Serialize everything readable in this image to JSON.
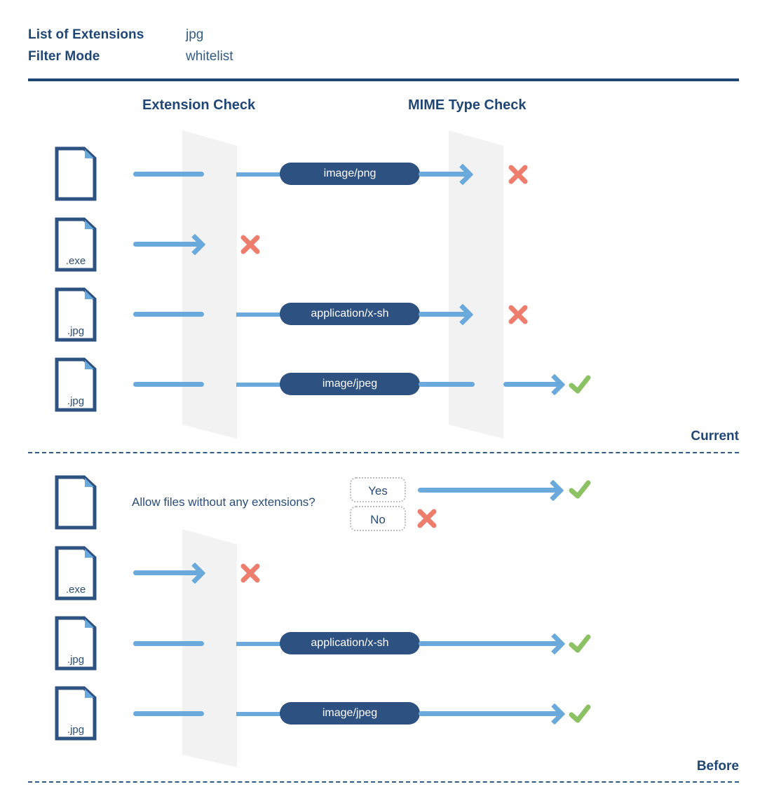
{
  "header": {
    "rows": [
      {
        "label": "List of Extensions",
        "value": "jpg"
      },
      {
        "label": "Filter Mode",
        "value": "whitelist"
      }
    ]
  },
  "columns": {
    "extension_check": "Extension Check",
    "mime_type_check": "MIME Type Check"
  },
  "sections": [
    {
      "id": "current",
      "label": "Current"
    },
    {
      "id": "before",
      "label": "Before"
    }
  ],
  "current_flows": [
    {
      "file_ext": "",
      "passes_extension_check": true,
      "mime_type": "image/png",
      "passes_mime_check": false,
      "result": "reject"
    },
    {
      "file_ext": ".exe",
      "passes_extension_check": false,
      "mime_type": "",
      "passes_mime_check": false,
      "result": "reject"
    },
    {
      "file_ext": ".jpg",
      "passes_extension_check": true,
      "mime_type": "application/x-sh",
      "passes_mime_check": false,
      "result": "reject"
    },
    {
      "file_ext": ".jpg",
      "passes_extension_check": true,
      "mime_type": "image/jpeg",
      "passes_mime_check": true,
      "result": "accept"
    }
  ],
  "before_flows": [
    {
      "file_ext": "",
      "question": "Allow files without any extensions?",
      "choices": [
        {
          "label": "Yes",
          "result": "accept"
        },
        {
          "label": "No",
          "result": "reject"
        }
      ]
    },
    {
      "file_ext": ".exe",
      "passes_extension_check": false,
      "mime_type": "",
      "result": "reject"
    },
    {
      "file_ext": ".jpg",
      "passes_extension_check": true,
      "mime_type": "application/x-sh",
      "result": "accept"
    },
    {
      "file_ext": ".jpg",
      "passes_extension_check": true,
      "mime_type": "image/jpeg",
      "result": "accept"
    }
  ],
  "colors": {
    "navy": "#1f4776",
    "pill_bg": "#2d5180",
    "line_blue": "#6aa9dc",
    "reject_red": "#ed7e6e",
    "accept_green": "#8cc263",
    "filter_gray": "#f2f2f2",
    "choice_border": "#bdbdbd"
  },
  "icons": {
    "file": "file-icon",
    "reject": "cross-icon",
    "accept": "check-icon",
    "filter": "filter-funnel-icon",
    "arrow": "arrow-right-icon"
  }
}
